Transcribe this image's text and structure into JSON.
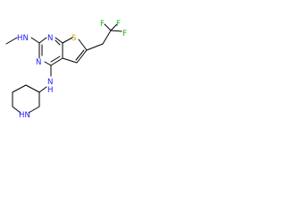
{
  "atoms": {
    "nh_methylamino": "HN",
    "n_ring_top": "N",
    "n_ring_left": "N",
    "s_thiophene": "S",
    "f_top_left": "F",
    "f_top_right": "F",
    "f_right": "F",
    "nh_amine": "N",
    "h_amine": "H",
    "nh_piperidine": "HN"
  },
  "colors": {
    "nitrogen": "#2020ff",
    "sulfur": "#c8a000",
    "fluorine": "#18b018",
    "bond": "#000000",
    "background": "#ffffff"
  }
}
